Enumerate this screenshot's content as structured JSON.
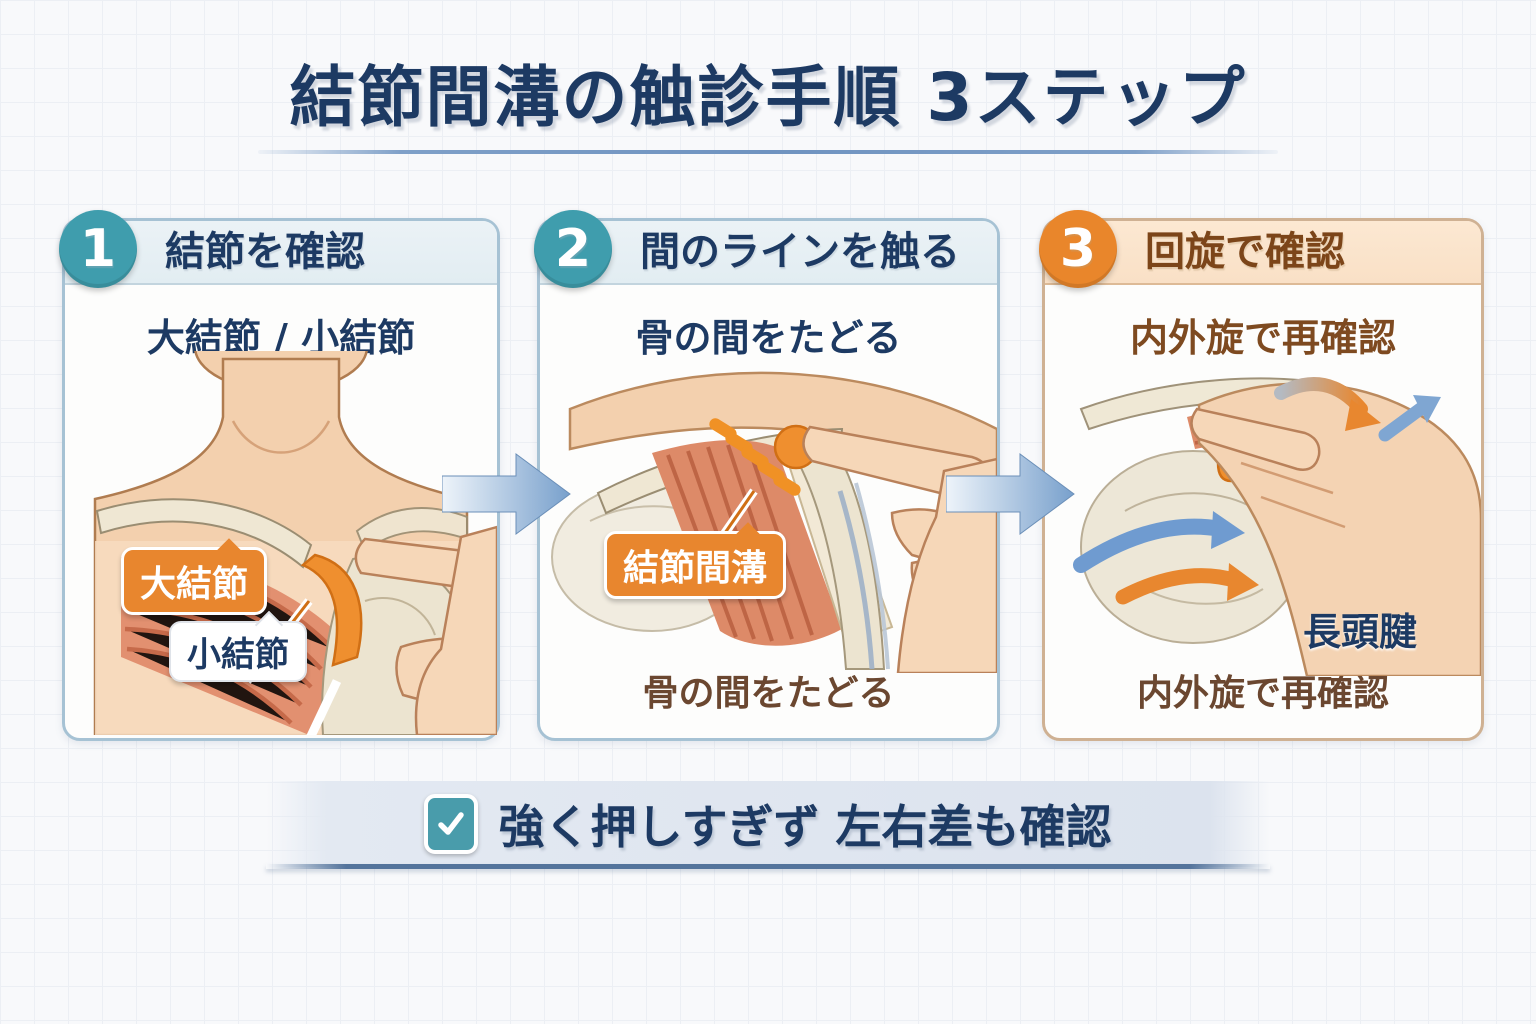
{
  "title": "結節間溝の触診手順 3ステップ",
  "colors": {
    "accent_teal": "#3f9dad",
    "accent_orange": "#e8872f",
    "navy": "#1d3a63",
    "brown": "#6b4730",
    "arrow_blue": "#7fa6d2"
  },
  "steps": [
    {
      "number": "1",
      "header": "結節を確認",
      "subtitle": "大結節 / 小結節",
      "theme": "teal",
      "anatomy_labels": [
        {
          "text": "大結節",
          "variant": "orange"
        },
        {
          "text": "小結節",
          "variant": "white"
        }
      ]
    },
    {
      "number": "2",
      "header": "間のラインを触る",
      "subtitle": "骨の間をたどる",
      "theme": "teal",
      "anatomy_labels": [
        {
          "text": "結節間溝",
          "variant": "orange"
        }
      ],
      "caption": "骨の間をたどる"
    },
    {
      "number": "3",
      "header": "回旋で確認",
      "subtitle": "内外旋で再確認",
      "theme": "orange",
      "anatomy_labels": [
        {
          "text": "長頭腱",
          "variant": "plain"
        }
      ],
      "caption": "内外旋で再確認"
    }
  ],
  "footer": {
    "note": "強く押しすぎず 左右差も確認",
    "icon": "checkmark-icon"
  }
}
